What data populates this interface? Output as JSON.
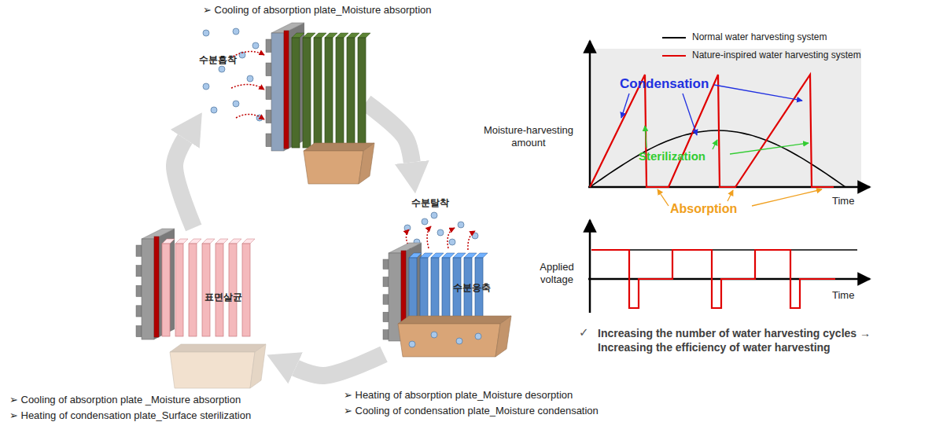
{
  "diagram": {
    "nodes": [
      {
        "text": [
          "수분흡착"
        ]
      },
      {
        "text": [
          "수분탈착",
          "수분응축"
        ]
      },
      {
        "text": [
          "표면살균"
        ]
      }
    ],
    "edges": [
      {
        "from": 0,
        "to": 1,
        "arrow": "to"
      },
      {
        "from": 1,
        "to": 2,
        "arrow": "to"
      },
      {
        "from": 2,
        "to": 0,
        "arrow": "to"
      }
    ],
    "labels": [
      "➢ Cooling of absorption plate_Moisture absorption",
      "Condensation",
      "Sterilization",
      "Moisture-harvesting amount",
      "Time",
      "Absorption",
      "Applied voltage",
      "Time",
      "✓",
      "Increasing the number of water harvesting cycles → Increasing the efficiency of water harvesting",
      "➢ Cooling of absorption plate _Moisture absorption",
      "➢ Heating of condensation plate_Surface sterilization",
      "➢ Heating of absorption plate_Moisture desorption",
      "➢ Cooling of condensation plate_Moisture condensation"
    ],
    "legend": [
      {
        "text": "Normal water harvesting system"
      },
      {
        "text": "Nature-inspired water harvesting system"
      }
    ]
  }
}
